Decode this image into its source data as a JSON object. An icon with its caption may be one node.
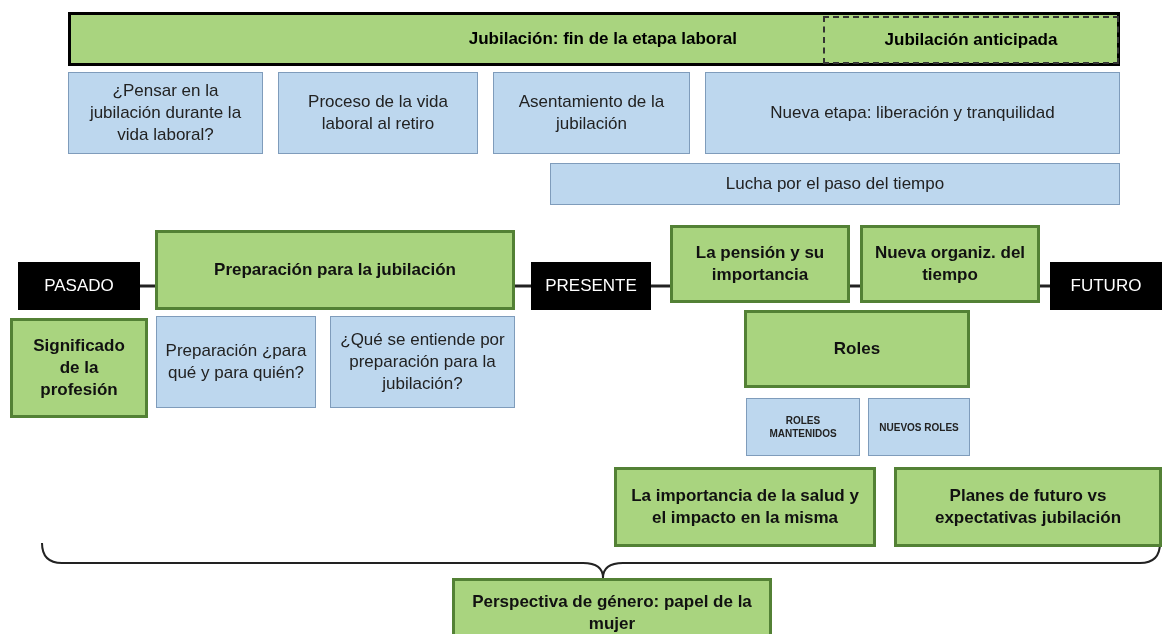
{
  "diagram": {
    "nodes": [
      {
        "text": [
          "Jubilación: fin de la etapa laboral"
        ]
      },
      {
        "text": [
          "Jubilación anticipada"
        ],
        "in": 0
      },
      {
        "text": [
          "¿Pensar en la jubilación durante la vida laboral?"
        ]
      },
      {
        "text": [
          "Proceso de la vida laboral al retiro"
        ]
      },
      {
        "text": [
          "Asentamiento de la jubilación"
        ]
      },
      {
        "text": [
          "Nueva etapa: liberación y tranquilidad"
        ]
      },
      {
        "text": [
          "Lucha por el paso del tiempo"
        ]
      },
      {
        "text": [
          "PASADO"
        ]
      },
      {
        "text": [
          "Preparación para la jubilación"
        ]
      },
      {
        "text": [
          "PRESENTE"
        ]
      },
      {
        "text": [
          "La pensión y su importancia"
        ]
      },
      {
        "text": [
          "Nueva organiz. del tiempo"
        ]
      },
      {
        "text": [
          "FUTURO"
        ]
      },
      {
        "text": [
          "Significado de la profesión"
        ]
      },
      {
        "text": [
          "Preparación ¿para qué y para quién?"
        ]
      },
      {
        "text": [
          "¿Qué se entiende por preparación para la jubilación?"
        ]
      },
      {
        "text": [
          "Roles"
        ]
      },
      {
        "text": [
          "ROLES MANTENIDOS"
        ]
      },
      {
        "text": [
          "NUEVOS ROLES"
        ]
      },
      {
        "text": [
          "La importancia de la salud y el impacto en la misma"
        ]
      },
      {
        "text": [
          "Planes de futuro vs expectativas jubilación"
        ]
      },
      {
        "text": [
          "Perspectiva de género: papel de la mujer"
        ]
      }
    ],
    "edges": [
      {
        "from": 7,
        "to": 8,
        "arrow": "none"
      },
      {
        "from": 8,
        "to": 9,
        "arrow": "none"
      },
      {
        "from": 9,
        "to": 10,
        "arrow": "none"
      },
      {
        "from": 10,
        "to": 11,
        "arrow": "none"
      },
      {
        "from": 11,
        "to": 12,
        "arrow": "none"
      }
    ]
  }
}
